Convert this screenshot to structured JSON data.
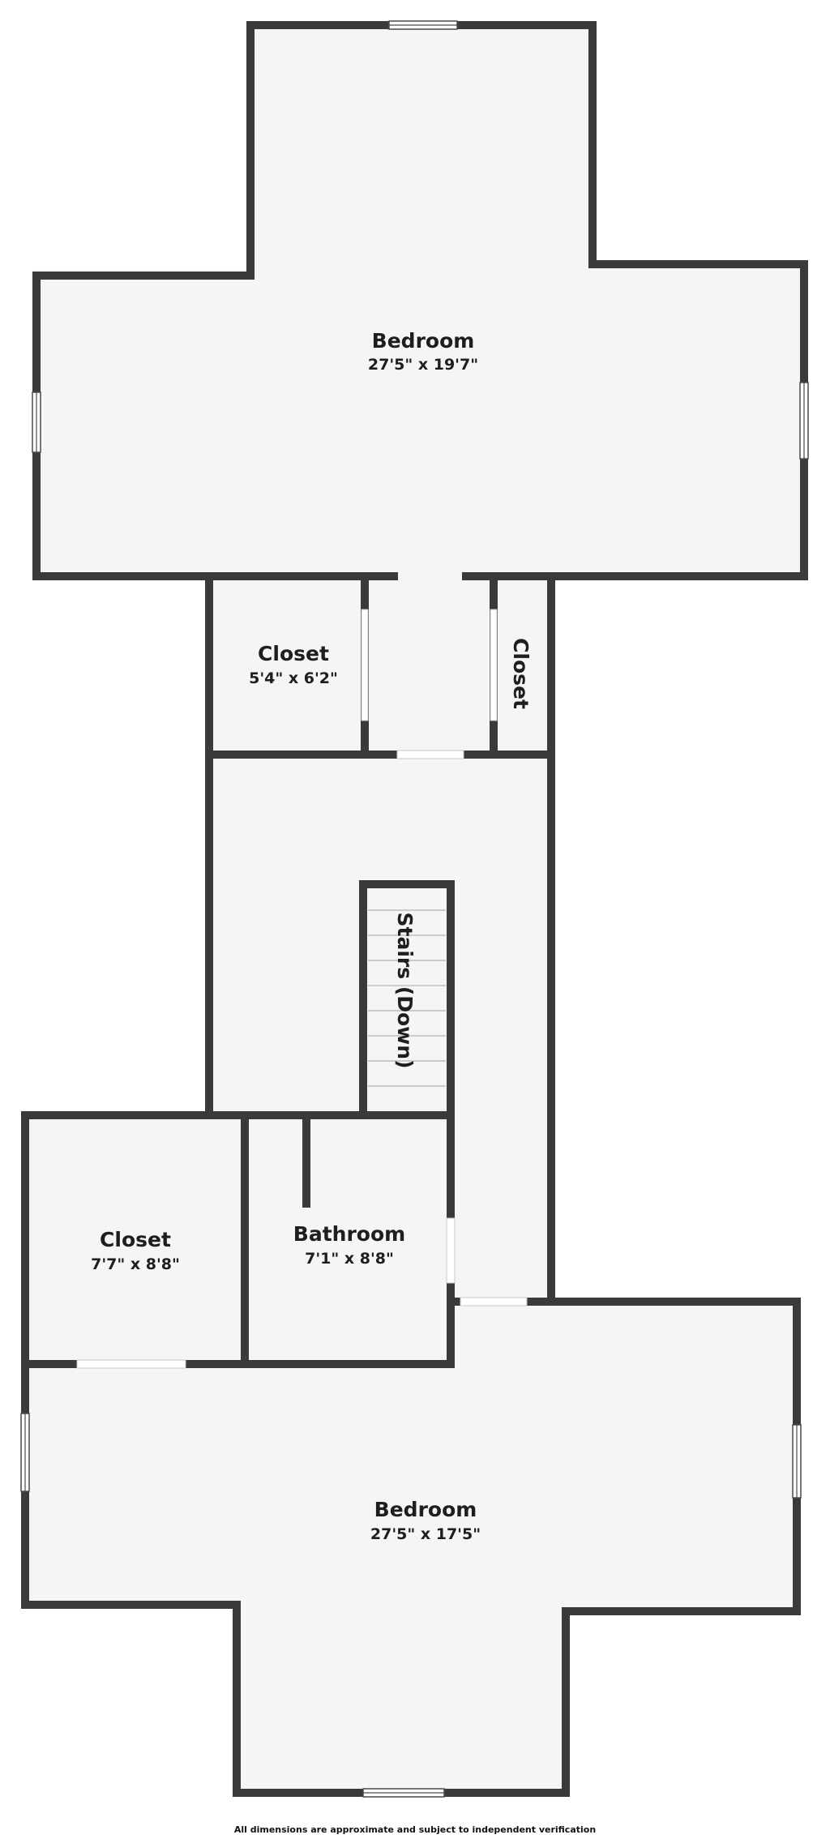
{
  "rooms": {
    "bedroom_top": {
      "name": "Bedroom",
      "dimensions": "27'5\" x 19'7\""
    },
    "closet_left_top": {
      "name": "Closet",
      "dimensions": "5'4\" x 6'2\""
    },
    "closet_right_top": {
      "name": "Closet"
    },
    "stairs": {
      "name": "Stairs (Down)"
    },
    "closet_bottom": {
      "name": "Closet",
      "dimensions": "7'7\" x 8'8\""
    },
    "bathroom": {
      "name": "Bathroom",
      "dimensions": "7'1\" x 8'8\""
    },
    "bedroom_bottom": {
      "name": "Bedroom",
      "dimensions": "27'5\" x 17'5\""
    }
  },
  "footer": {
    "disclaimer": "All dimensions are approximate and subject to independent verification"
  },
  "colors": {
    "wall": "#3a3a3a",
    "floor": "#f5f5f5",
    "background": "#ffffff"
  }
}
